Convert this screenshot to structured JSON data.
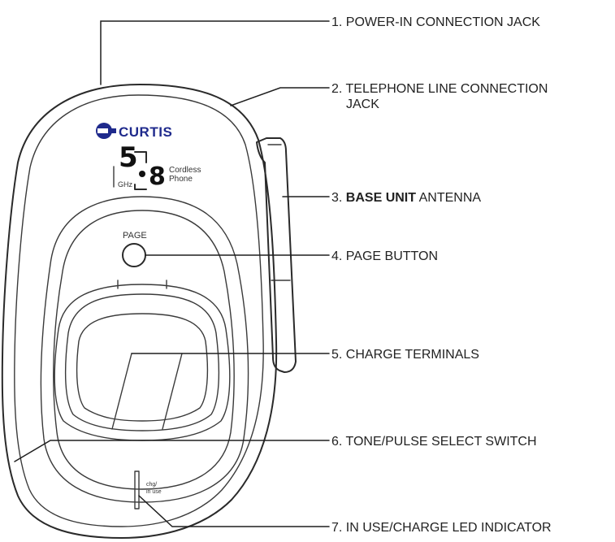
{
  "device": {
    "brand": "CURTIS",
    "logo_digits": [
      "5",
      "8"
    ],
    "frequency_unit": "GHz",
    "product_label_line1": "Cordless",
    "product_label_line2": "Phone",
    "page_label": "PAGE",
    "led_label_line1": "chg/",
    "led_label_line2": "in use"
  },
  "callouts": [
    {
      "number": "1.",
      "text": "POWER-IN CONNECTION JACK"
    },
    {
      "number": "2.",
      "text": "TELEPHONE LINE CONNECTION",
      "text_line2": "JACK"
    },
    {
      "number": "3.",
      "bold": "BASE UNIT",
      "text": "ANTENNA"
    },
    {
      "number": "4.",
      "text": "PAGE BUTTON"
    },
    {
      "number": "5.",
      "text": "CHARGE TERMINALS"
    },
    {
      "number": "6.",
      "text": "TONE/PULSE SELECT SWITCH"
    },
    {
      "number": "7.",
      "text": "IN USE/CHARGE LED INDICATOR"
    }
  ]
}
